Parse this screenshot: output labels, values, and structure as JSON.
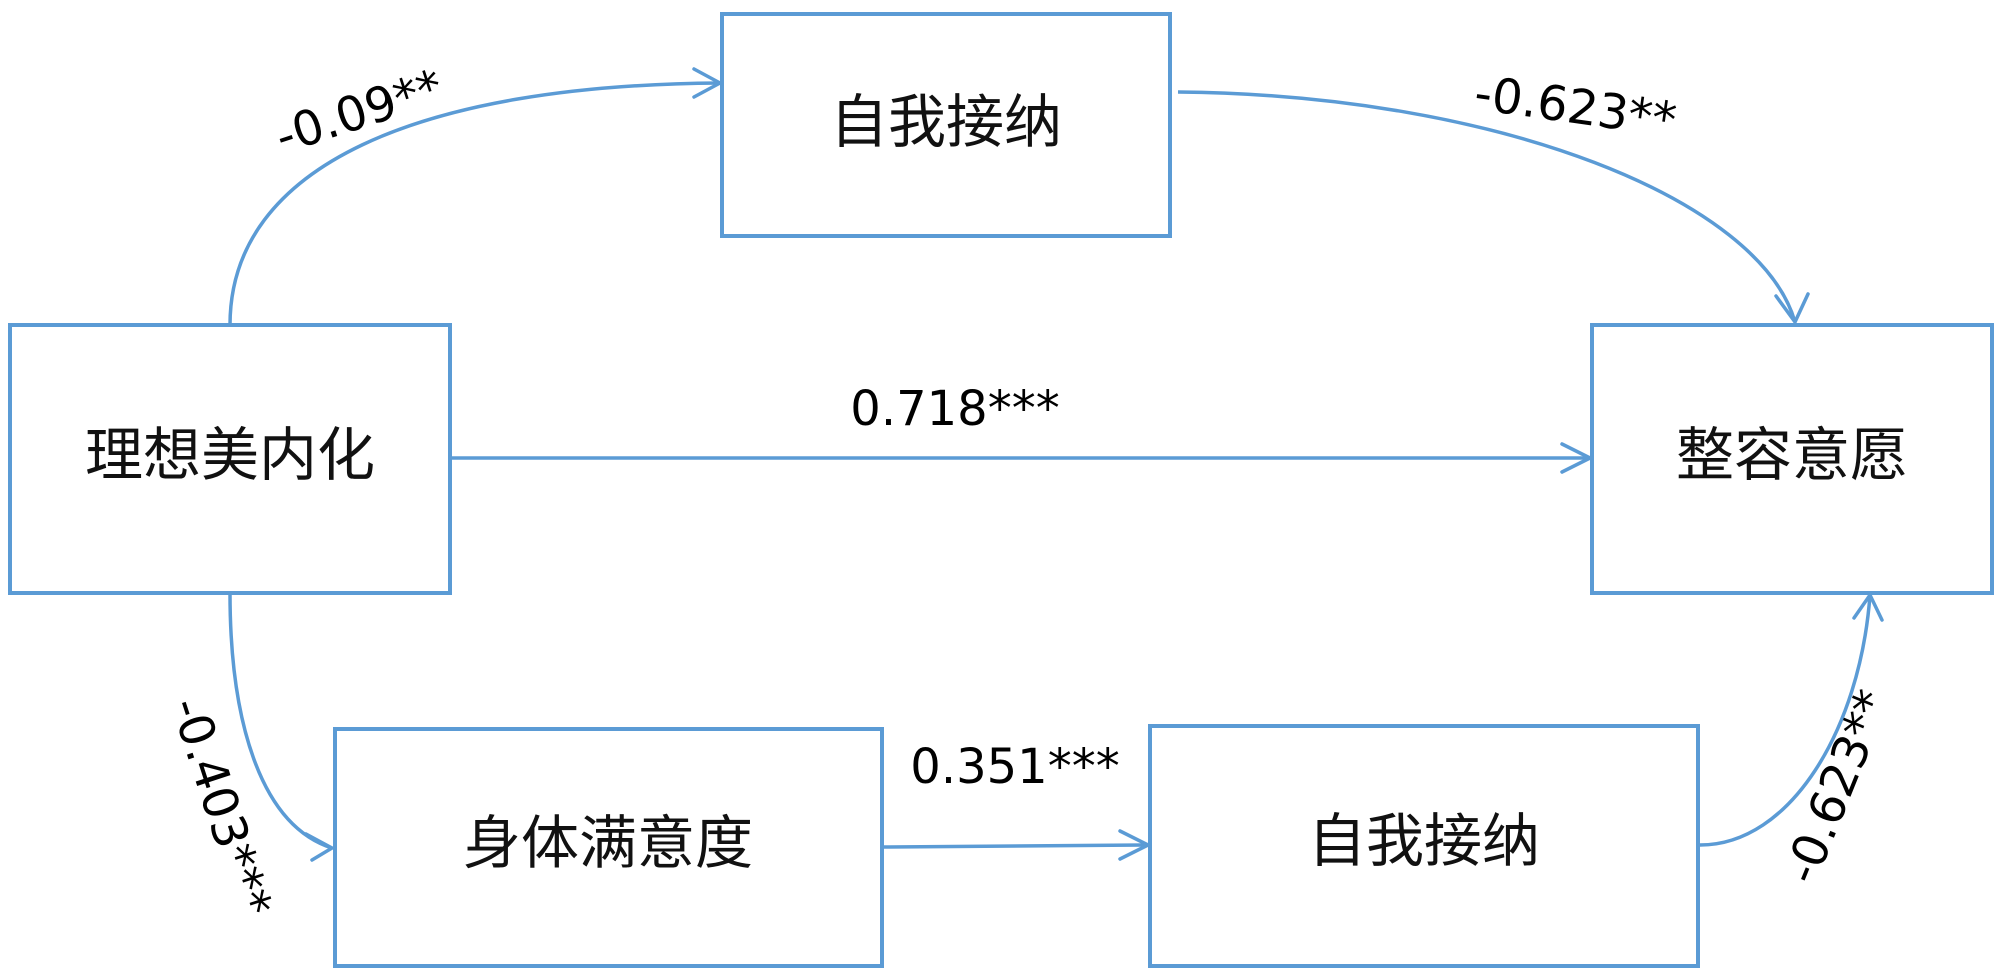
{
  "nodes": {
    "ideal_beauty": "理想美内化",
    "self_accept_top": "自我接纳",
    "cosmetic_intent": "整容意愿",
    "body_satisfaction": "身体满意度",
    "self_accept_bottom": "自我接纳"
  },
  "edges": {
    "ideal_to_self_top": "-0.09**",
    "self_top_to_intent": "-0.623**",
    "ideal_to_intent": "0.718***",
    "ideal_to_body": "-0.403***",
    "body_to_self_bottom": "0.351***",
    "self_bottom_to_intent": "-0.623**"
  },
  "colors": {
    "line": "#5b9bd5",
    "text": "#000000"
  }
}
